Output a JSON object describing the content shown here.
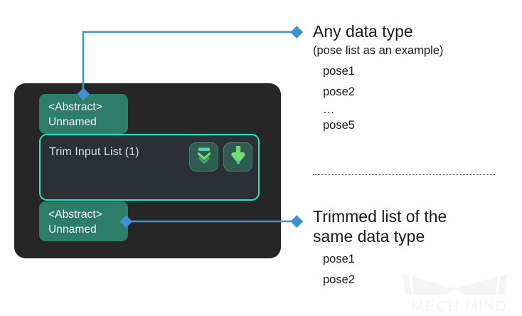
{
  "colors": {
    "page_background": "#ffffff",
    "node_background": "#262626",
    "port_green": "#2e7d68",
    "panel_background": "#2b3036",
    "panel_border_cyan": "#24e5bf",
    "connector_blue": "#3d91d1",
    "icon_green": "#6fdc6f",
    "icon_button_background": "#2f5b51",
    "text_dark": "#1a1a1a",
    "text_light": "#d9dee4",
    "watermark_gray": "#f5f5f5"
  },
  "node": {
    "input_port": {
      "type_label": "<Abstract>",
      "name_label": "Unnamed"
    },
    "output_port": {
      "type_label": "<Abstract>",
      "name_label": "Unnamed"
    },
    "panel": {
      "title": "Trim Input List (1)",
      "buttons": [
        {
          "icon": "bar-double-chevron-down-icon",
          "name": "collapse-list-button"
        },
        {
          "icon": "arrow-down-exclamation-icon",
          "name": "trim-output-button"
        }
      ]
    }
  },
  "annotations": {
    "top": {
      "title": "Any data type",
      "subtitle": "(pose list as an example)",
      "items": [
        "pose1",
        "pose2",
        "…",
        "pose5"
      ]
    },
    "bottom": {
      "title_line1": "Trimmed list of the",
      "title_line2": "same data type",
      "items": [
        "pose1",
        "pose2"
      ]
    }
  },
  "watermark": {
    "text": "MECH MIND"
  }
}
